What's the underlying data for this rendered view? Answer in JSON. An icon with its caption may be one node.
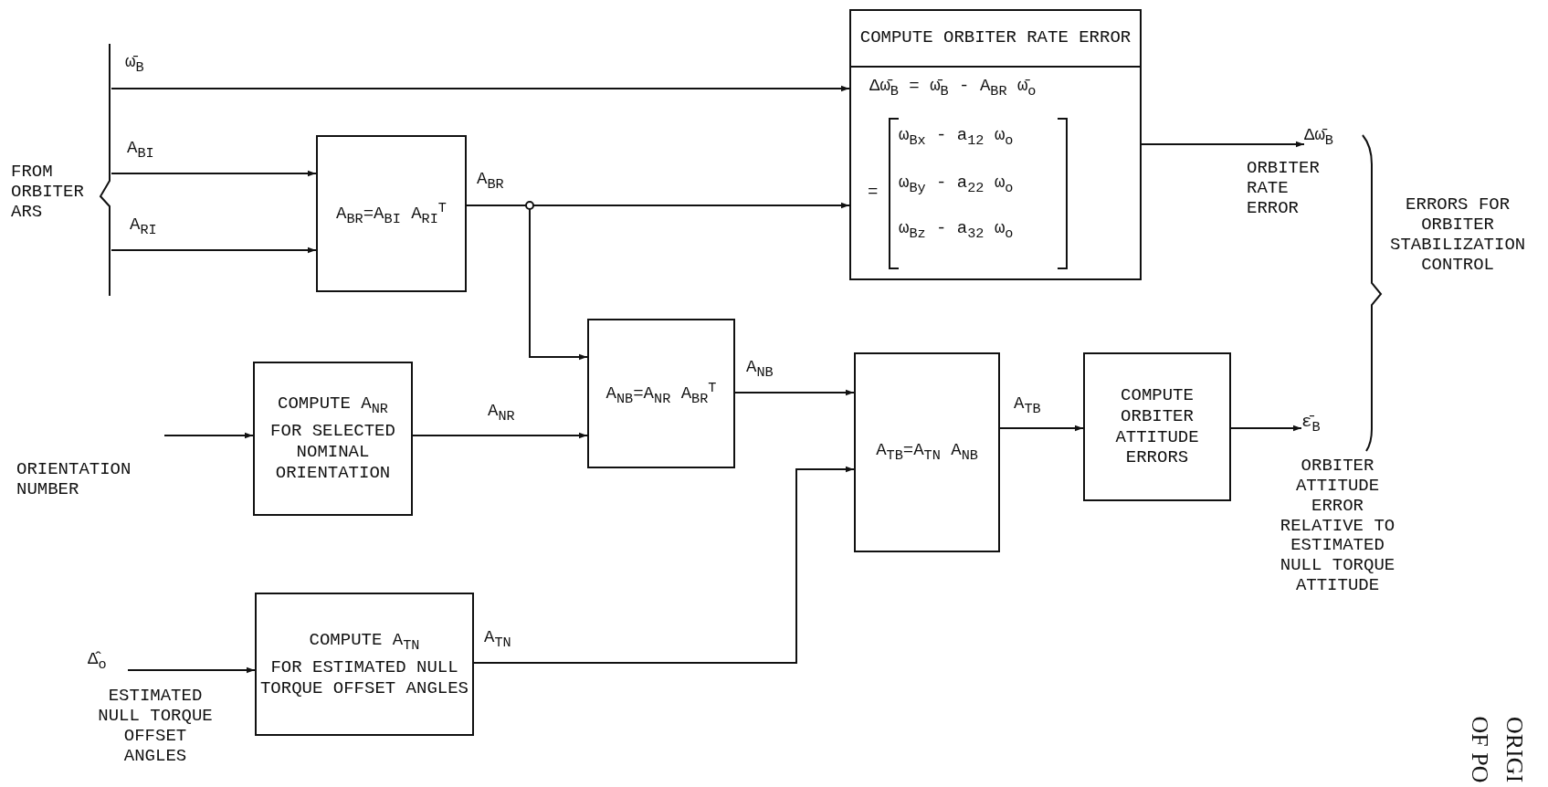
{
  "diagram": {
    "nodes": [
      {
        "text": [
          "FROM ORBITER ARS"
        ]
      },
      {
        "text": [
          "A$_{BR}$=A$_{BI}$ A$_{RI}$$^{T}$"
        ]
      },
      {
        "text": [
          "COMPUTE ORBITER RATE ERROR",
          "Δω̄$_{B}$ = ω̄$_{B}$ - A$_{BR}$ ω̄$_{o}$",
          "=",
          "ω$_{Bx}$ - a$_{12}$ ω$_{o}$",
          "ω$_{By}$ - a$_{22}$ ω$_{o}$",
          "ω$_{Bz}$ - a$_{32}$ ω$_{o}$"
        ]
      },
      {
        "text": [
          "ORIENTATION NUMBER"
        ]
      },
      {
        "text": [
          "COMPUTE A$_{NR}$",
          "FOR SELECTED NOMINAL ORIENTATION"
        ]
      },
      {
        "text": [
          "A$_{NB}$=A$_{NR}$ A$_{BR}$$^{T}$"
        ]
      },
      {
        "text": [
          "Δ̂$_{o}$"
        ],
        "beside": [
          "ESTIMATED NULL TORQUE OFFSET ANGLES"
        ]
      },
      {
        "text": [
          "COMPUTE A$_{TN}$",
          "FOR ESTIMATED NULL TORQUE OFFSET ANGLES"
        ]
      },
      {
        "text": [
          "A$_{TB}$=A$_{TN}$ A$_{NB}$"
        ]
      },
      {
        "text": [
          "COMPUTE ORBITER ATTITUDE ERRORS"
        ]
      },
      {
        "text": [
          "Δω̄$_{B}$"
        ],
        "beside": [
          "ORBITER RATE ERROR"
        ]
      },
      {
        "text": [
          "ε̄$_{B}$"
        ],
        "beside": [
          "ORBITER ATTITUDE ERROR RELATIVE TO ESTIMATED NULL TORQUE ATTITUDE"
        ]
      }
    ],
    "edges": [
      {
        "from": 0,
        "to": 2,
        "arrow": "to",
        "label": "ω̄$_{B}$"
      },
      {
        "from": 0,
        "to": 1,
        "arrow": "to",
        "label": "A$_{BI}$"
      },
      {
        "from": 0,
        "to": 1,
        "arrow": "to",
        "label": "A$_{RI}$"
      },
      {
        "from": 1,
        "to": 2,
        "arrow": "to",
        "label": "A$_{BR}$"
      },
      {
        "from": 1,
        "to": 5,
        "arrow": "to"
      },
      {
        "from": 3,
        "to": 4,
        "arrow": "to"
      },
      {
        "from": 4,
        "to": 5,
        "arrow": "to",
        "label": "A$_{NR}$"
      },
      {
        "from": 5,
        "to": 8,
        "arrow": "to",
        "label": "A$_{NB}$"
      },
      {
        "from": 6,
        "to": 7,
        "arrow": "to"
      },
      {
        "from": 7,
        "to": 8,
        "arrow": "to",
        "label": "A$_{TN}$"
      },
      {
        "from": 8,
        "to": 9,
        "arrow": "to",
        "label": "A$_{TB}$"
      },
      {
        "from": 2,
        "to": 10,
        "arrow": "to"
      },
      {
        "from": 9,
        "to": 11,
        "arrow": "to"
      }
    ],
    "labels": [
      "ERRORS FOR ORBITER STABILIZATION CONTROL",
      "ORIGI",
      "OF PO"
    ]
  }
}
